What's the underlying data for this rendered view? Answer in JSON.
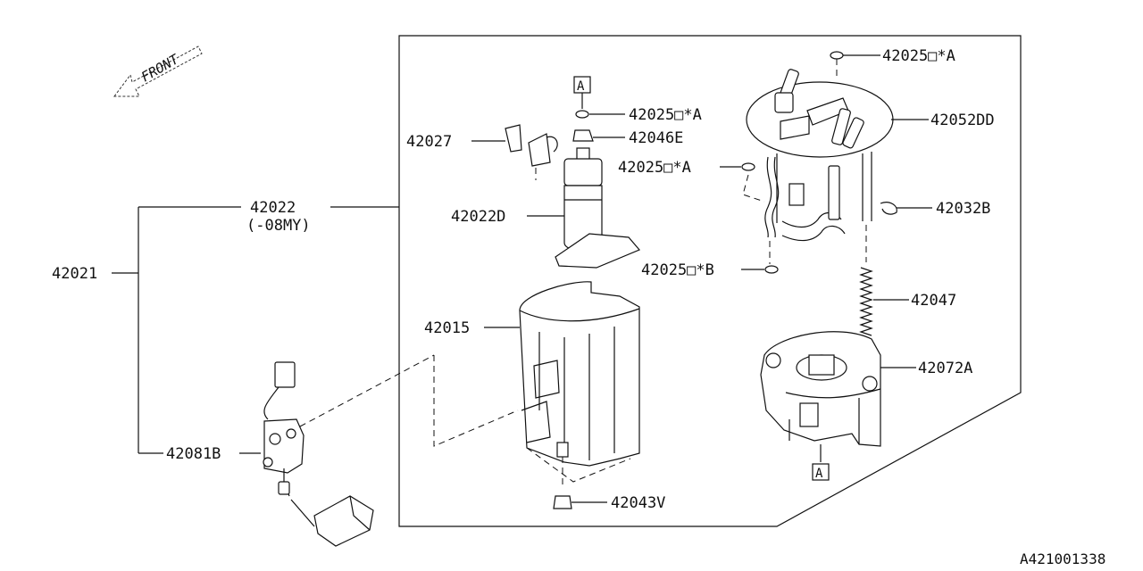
{
  "front_label": "FRONT",
  "diagram_code": "A421001338",
  "callouts": {
    "p42021": "42021",
    "p42022": "42022",
    "p42022_note": "(-08MY)",
    "p42081B": "42081B",
    "p42027": "42027",
    "p42022D": "42022D",
    "p42015": "42015",
    "p42043V": "42043V",
    "p42025A_1": "42025□*A",
    "p42046E": "42046E",
    "p42025A_2": "42025□*A",
    "p42025A_3": "42025□*A",
    "p42052DD": "42052DD",
    "p42032B": "42032B",
    "p42025B": "42025□*B",
    "p42047": "42047",
    "p42072A": "42072A"
  },
  "reference_marks": {
    "top": "A",
    "bottom": "A"
  }
}
